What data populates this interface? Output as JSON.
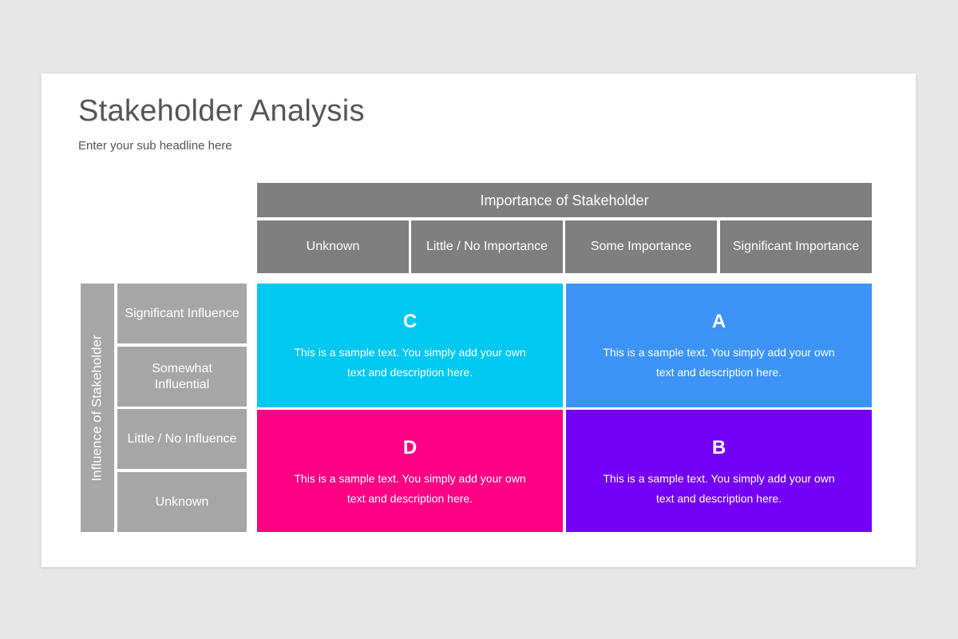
{
  "slide": {
    "title": "Stakeholder Analysis",
    "subtitle": "Enter your sub headline here"
  },
  "importance_axis": {
    "title": "Importance of Stakeholder",
    "columns": [
      "Unknown",
      "Little / No Importance",
      "Some Importance",
      "Significant Importance"
    ]
  },
  "influence_axis": {
    "title": "Influence of Stakeholder",
    "rows": [
      "Significant Influence",
      "Somewhat Influential",
      "Little / No Influence",
      "Unknown"
    ]
  },
  "quadrants": {
    "C": {
      "letter": "C",
      "text": "This is a sample text. You simply add your own text and description here.",
      "color": "#00c8f0"
    },
    "A": {
      "letter": "A",
      "text": "This is a sample text. You simply add your own text and description here.",
      "color": "#3d94f6"
    },
    "D": {
      "letter": "D",
      "text": "This is a sample text. You simply add your own text and description here.",
      "color": "#ff0084"
    },
    "B": {
      "letter": "B",
      "text": "This is a sample text. You simply add your own text and description here.",
      "color": "#7400f5"
    }
  },
  "colors": {
    "header_dark": "#7f7f7f",
    "header_light": "#a6a6a6",
    "background": "#e8e7e8"
  }
}
